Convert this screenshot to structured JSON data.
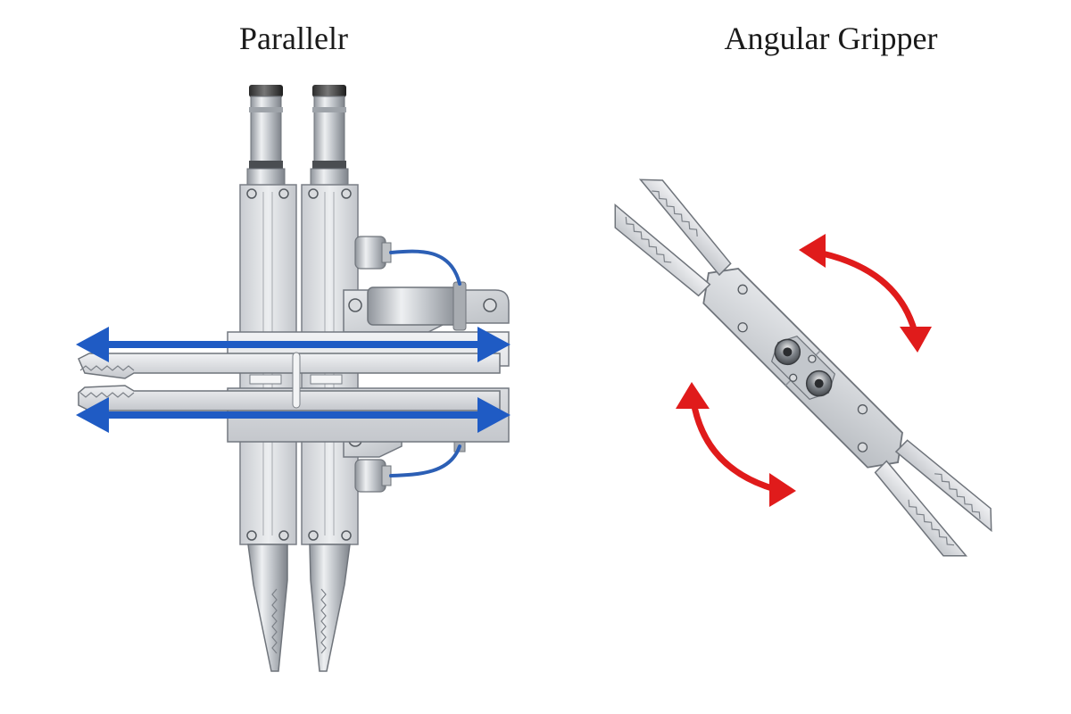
{
  "labels": {
    "parallel_title": "Parallelr",
    "angular_title": "Angular Gripper"
  },
  "colors": {
    "background": "#ffffff",
    "metal_light": "#e9eaec",
    "metal_mid": "#c9ccd1",
    "metal_dark": "#8e939a",
    "outline": "#6f747b",
    "parallel_motion_arrow": "#1f5bc4",
    "angular_motion_arrow": "#e01b1b",
    "air_hose": "#2c5fb5"
  },
  "icons": {
    "parallel_motion": "double-headed-horizontal-arrow",
    "angular_motion": "curved-double-headed-arrow"
  }
}
